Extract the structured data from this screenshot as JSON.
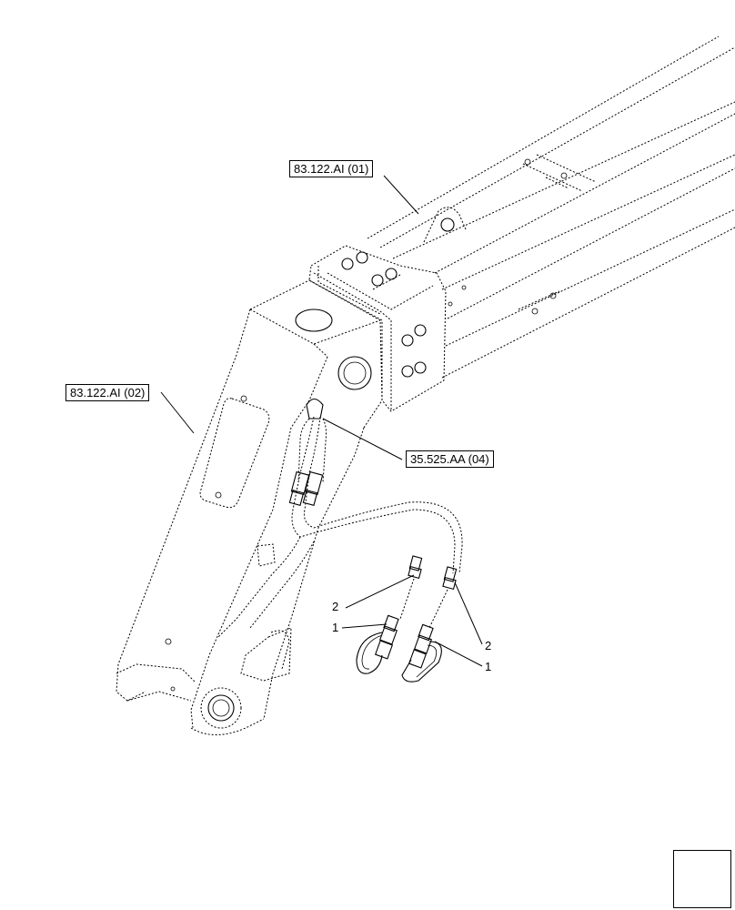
{
  "refs": {
    "boom_top": "83.122.AI (01)",
    "boom_arm": "83.122.AI (02)",
    "hydraulic": "35.525.AA (04)"
  },
  "callouts": {
    "left_2": "2",
    "left_1": "1",
    "right_2": "2",
    "right_1": "1"
  },
  "icons": {
    "nav": "next-page-arrow-icon"
  }
}
